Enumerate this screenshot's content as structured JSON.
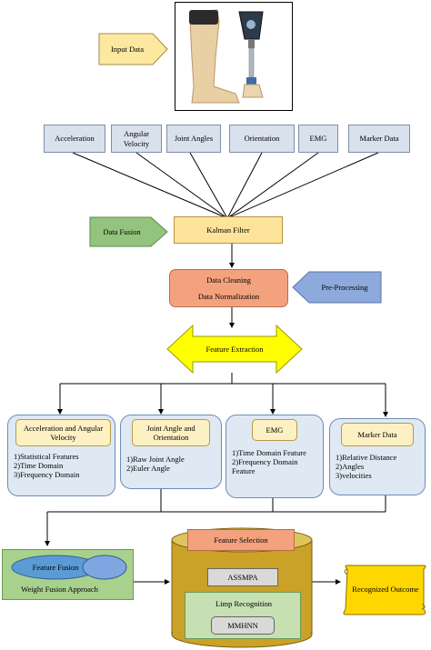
{
  "input_data": "Input Data",
  "sources": [
    "Acceleration",
    "Angular Velocity",
    "Joint Angles",
    "Orientation",
    "EMG",
    "Marker Data"
  ],
  "data_fusion": "Data Fusion",
  "kalman_filter": "Kalman Filter",
  "cleaning": {
    "line1": "Data Cleaning",
    "line2": "Data Normalization"
  },
  "pre_processing": "Pre-Processing",
  "feature_extraction": "Feature Extraction",
  "panels": [
    {
      "title": "Acceleration and Angular Velocity",
      "items": [
        "1)Statistical Features",
        "2)Time Domain",
        "3)Frequency Domain"
      ]
    },
    {
      "title": "Joint Angle and Orientation",
      "items": [
        "1)Raw Joint Angle",
        "2)Euler Angle"
      ]
    },
    {
      "title": "EMG",
      "items": [
        "1)Time Domain Feature",
        "2)Frequency Domain Feature"
      ]
    },
    {
      "title": "Marker Data",
      "items": [
        "1)Relative Distance",
        "2)Angles",
        "3)velocities"
      ]
    }
  ],
  "feature_fusion": "Feature Fusion",
  "weight_fusion": "Weight Fusion Approach",
  "feature_selection": "Feature Selection",
  "assmpa": "ASSMPA",
  "limp_recognition": "Limp Recognition",
  "mmhnn": "MMHNN",
  "recognized_outcome": "Recognized Outcome",
  "colors": {
    "panel_fill": "#dfe9f4",
    "cylinder": "#c9a227",
    "kalman": "#fde49a",
    "cleaning": "#f4a27e",
    "pre_processing": "#8ea9db",
    "data_fusion": "#93c47d",
    "feature_extraction": "#ffff00",
    "feature_fusion": "#a9d18e",
    "outcome": "#ffd700"
  }
}
